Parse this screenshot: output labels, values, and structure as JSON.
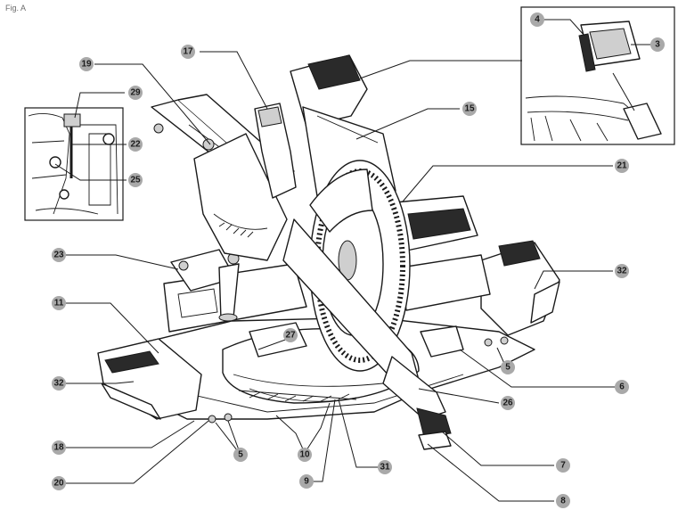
{
  "figure": {
    "label": "Fig. A"
  },
  "callouts": [
    {
      "id": "c17",
      "text": "17"
    },
    {
      "id": "c19",
      "text": "19"
    },
    {
      "id": "c29",
      "text": "29"
    },
    {
      "id": "c22",
      "text": "22"
    },
    {
      "id": "c25",
      "text": "25"
    },
    {
      "id": "c15",
      "text": "15"
    },
    {
      "id": "c21",
      "text": "21"
    },
    {
      "id": "c4",
      "text": "4"
    },
    {
      "id": "c3",
      "text": "3"
    },
    {
      "id": "c23",
      "text": "23"
    },
    {
      "id": "c32a",
      "text": "32"
    },
    {
      "id": "c11",
      "text": "11"
    },
    {
      "id": "c27",
      "text": "27"
    },
    {
      "id": "c5a",
      "text": "5"
    },
    {
      "id": "c6",
      "text": "6"
    },
    {
      "id": "c32b",
      "text": "32"
    },
    {
      "id": "c26",
      "text": "26"
    },
    {
      "id": "c18",
      "text": "18"
    },
    {
      "id": "c10",
      "text": "10"
    },
    {
      "id": "c5b",
      "text": "5"
    },
    {
      "id": "c7",
      "text": "7"
    },
    {
      "id": "c20",
      "text": "20"
    },
    {
      "id": "c31",
      "text": "31"
    },
    {
      "id": "c9",
      "text": "9"
    },
    {
      "id": "c8",
      "text": "8"
    }
  ]
}
